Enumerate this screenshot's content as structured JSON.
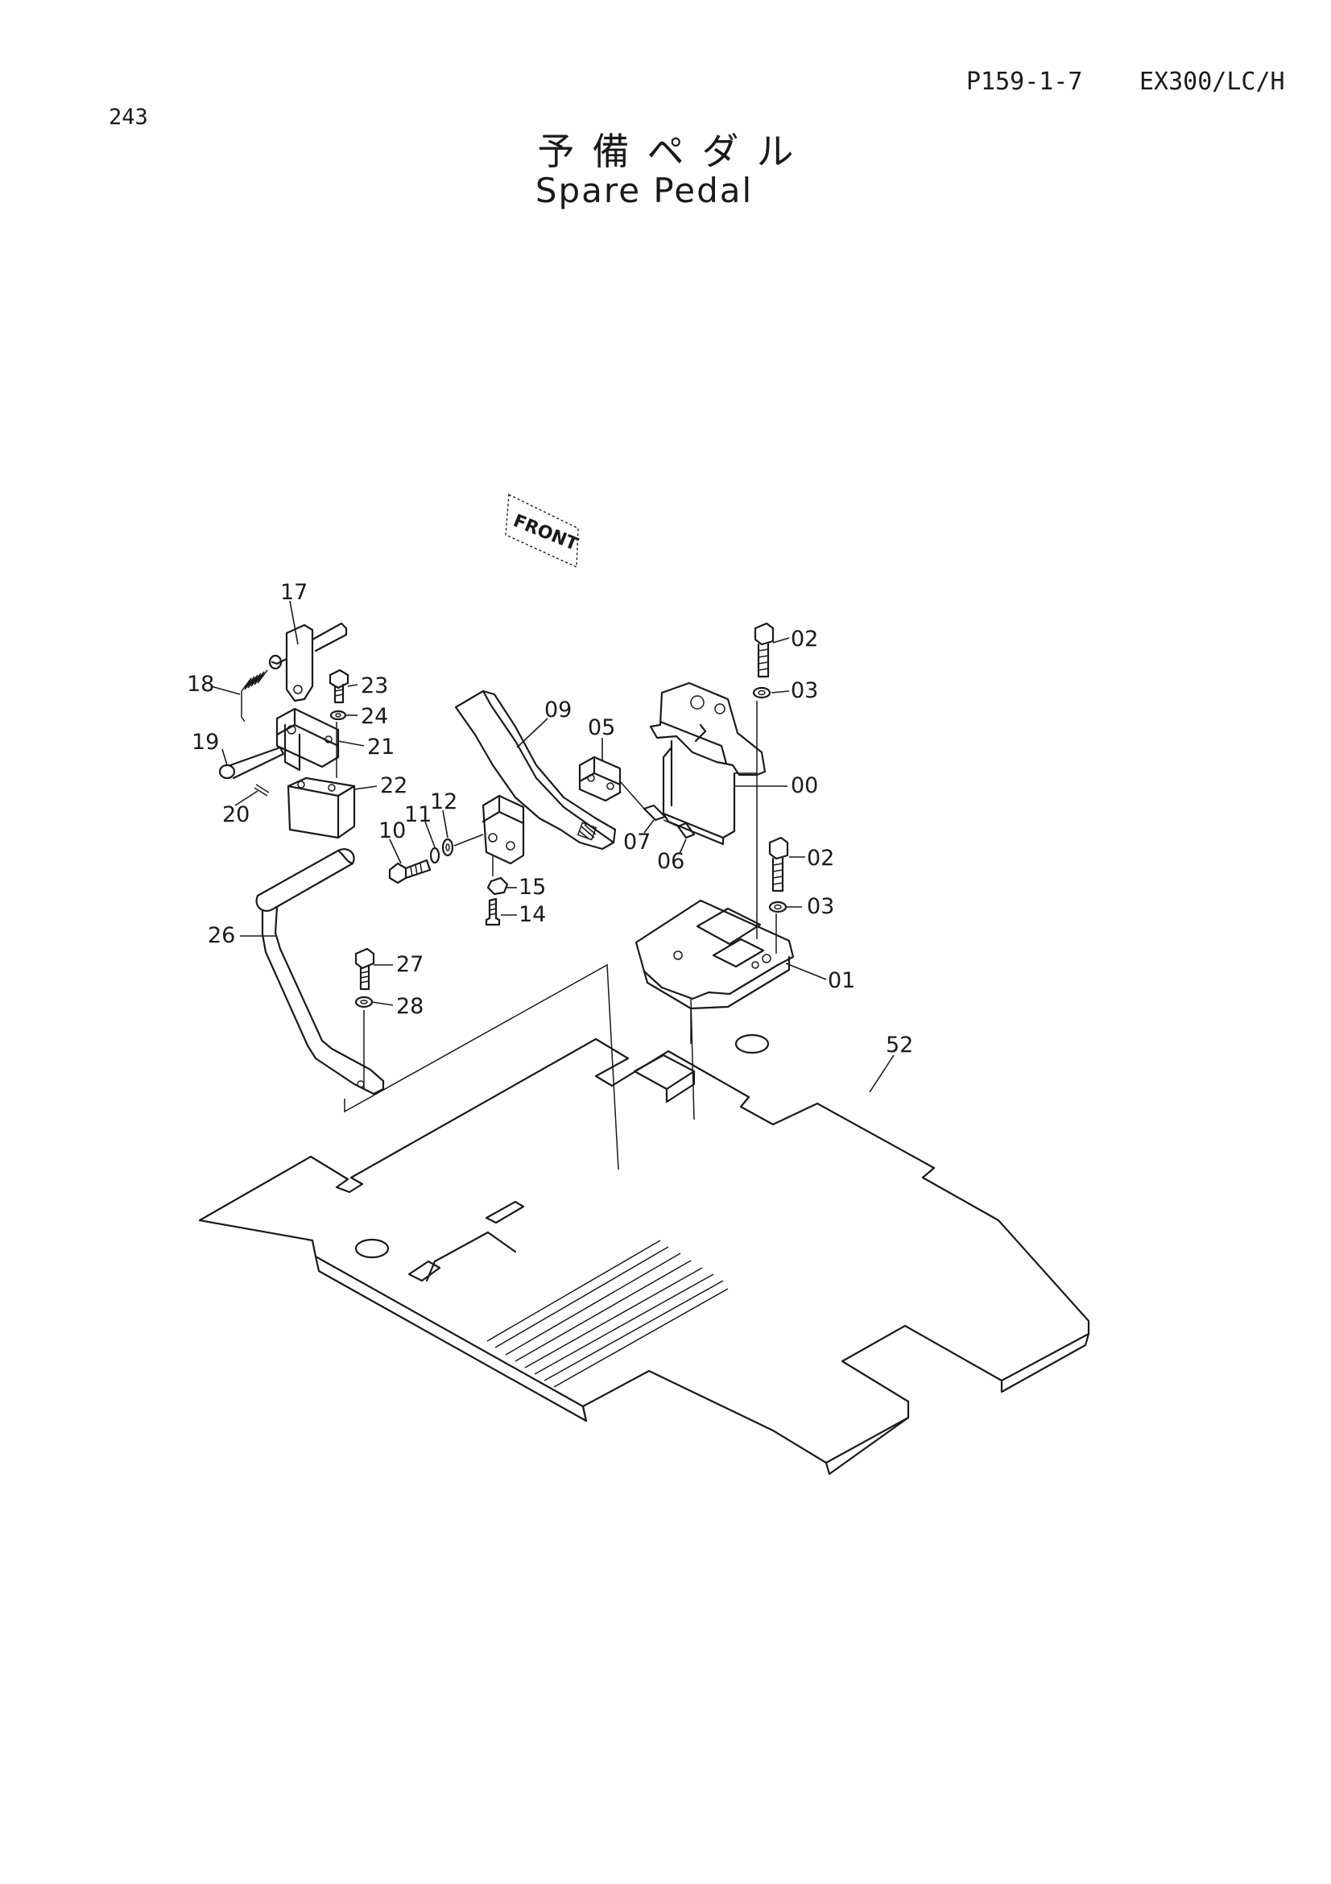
{
  "header": {
    "page_number": "243",
    "page_code": "P159-1-7",
    "model": "EX300/LC/H"
  },
  "title": {
    "japanese": "予備ペダル",
    "english": "Spare Pedal"
  },
  "diagram": {
    "front_label": "FRONT",
    "callouts": [
      {
        "id": "17",
        "label": "17"
      },
      {
        "id": "18",
        "label": "18"
      },
      {
        "id": "23",
        "label": "23"
      },
      {
        "id": "24",
        "label": "24"
      },
      {
        "id": "19",
        "label": "19"
      },
      {
        "id": "21",
        "label": "21"
      },
      {
        "id": "20",
        "label": "20"
      },
      {
        "id": "22",
        "label": "22"
      },
      {
        "id": "09",
        "label": "09"
      },
      {
        "id": "05",
        "label": "05"
      },
      {
        "id": "02a",
        "label": "02"
      },
      {
        "id": "03a",
        "label": "03"
      },
      {
        "id": "00",
        "label": "00"
      },
      {
        "id": "12",
        "label": "12"
      },
      {
        "id": "11",
        "label": "11"
      },
      {
        "id": "10",
        "label": "10"
      },
      {
        "id": "07",
        "label": "07"
      },
      {
        "id": "06",
        "label": "06"
      },
      {
        "id": "02b",
        "label": "02"
      },
      {
        "id": "03b",
        "label": "03"
      },
      {
        "id": "15",
        "label": "15"
      },
      {
        "id": "14",
        "label": "14"
      },
      {
        "id": "26",
        "label": "26"
      },
      {
        "id": "27",
        "label": "27"
      },
      {
        "id": "28",
        "label": "28"
      },
      {
        "id": "01",
        "label": "01"
      },
      {
        "id": "52",
        "label": "52"
      }
    ]
  }
}
